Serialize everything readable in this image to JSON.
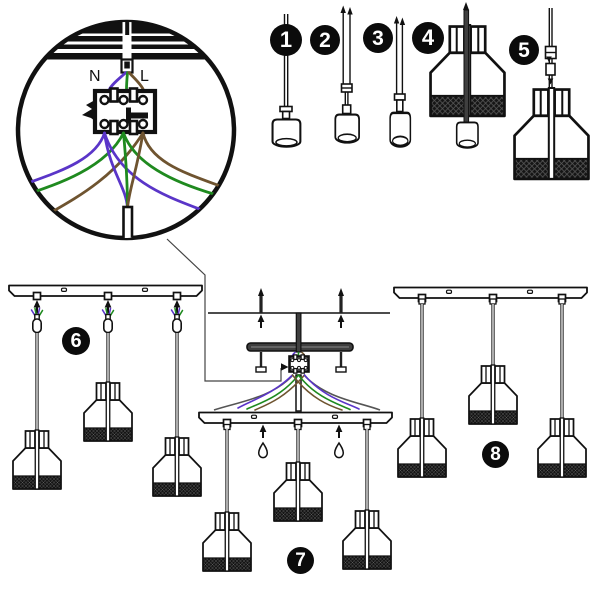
{
  "diagram": {
    "wiring_inset": {
      "neutral_label": "N",
      "live_label": "L"
    },
    "steps": [
      {
        "label": "1"
      },
      {
        "label": "2"
      },
      {
        "label": "3"
      },
      {
        "label": "4"
      },
      {
        "label": "5"
      },
      {
        "label": "6"
      },
      {
        "label": "7"
      },
      {
        "label": "8"
      }
    ]
  },
  "colors": {
    "neutral_wire": "#5a35c8",
    "earth_wire": "#1f8a1f",
    "live_wire": "#6f5430",
    "outline": "#111111",
    "metal_dark": "#3f3f3f",
    "cord_core": "#c4c4c4",
    "badge_bg": "#0b0b0b",
    "badge_text": "#ffffff"
  }
}
